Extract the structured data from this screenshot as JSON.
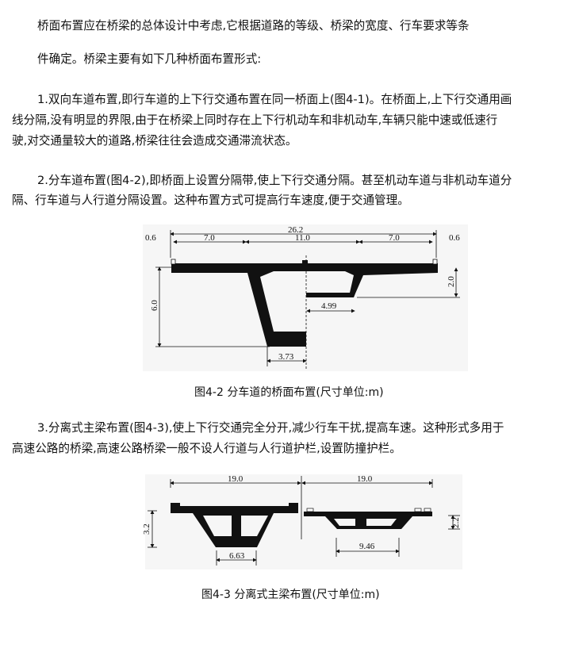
{
  "paragraphs": [
    {
      "lines": [
        "桥面布置应在桥梁的总体设计中考虑,它根据道路的等级、桥梁的宽度、行车要求等条"
      ]
    },
    {
      "lines": [
        "件确定。桥梁主要有如下几种桥面布置形式:"
      ]
    },
    {
      "lines": [
        "1.双向车道布置,即行车道的上下行交通布置在同一桥面上(图4-1)。在桥面上,上下行交通用画",
        "线分隔,没有明显的界限,由于在桥梁上同时存在上下行机动车和非机动车,车辆只能中速或低速行",
        "驶,对交通量较大的道路,桥梁往往会造成交通滞流状态。"
      ]
    },
    {
      "lines": [
        "2.分车道布置(图4-2),即桥面上设置分隔带,使上下行交通分隔。甚至机动车道与非机动车道分",
        "隔、行车道与人行道分隔设置。这种布置方式可提高行车速度,便于交通管理。"
      ]
    },
    {
      "lines": [
        "3.分离式主梁布置(图4-3),使上下行交通完全分开,减少行车干扰,提高车速。这种形式多用于",
        "高速公路的桥梁,高速公路桥梁一般不设人行道与人行道护栏,设置防撞护栏。"
      ]
    }
  ],
  "figure_4_2": {
    "caption": "图4-2 分车道的桥面布置(尺寸单位:m)",
    "dims": {
      "total": "26.2",
      "left_edge": "0.6",
      "left_lane": "7.0",
      "center": "11.0",
      "right_lane": "7.0",
      "right_edge": "0.6",
      "left_height": "6.0",
      "right_height": "2.0",
      "right_box": "4.99",
      "left_bottom": "3.73"
    }
  },
  "figure_4_3": {
    "caption": "图4-3 分离式主梁布置(尺寸单位:m)",
    "dims": {
      "left_width": "19.0",
      "right_width": "19.0",
      "left_height": "3.2",
      "right_height": "2.2",
      "right_bottom": "9.46",
      "left_bottom": "6.63"
    }
  }
}
